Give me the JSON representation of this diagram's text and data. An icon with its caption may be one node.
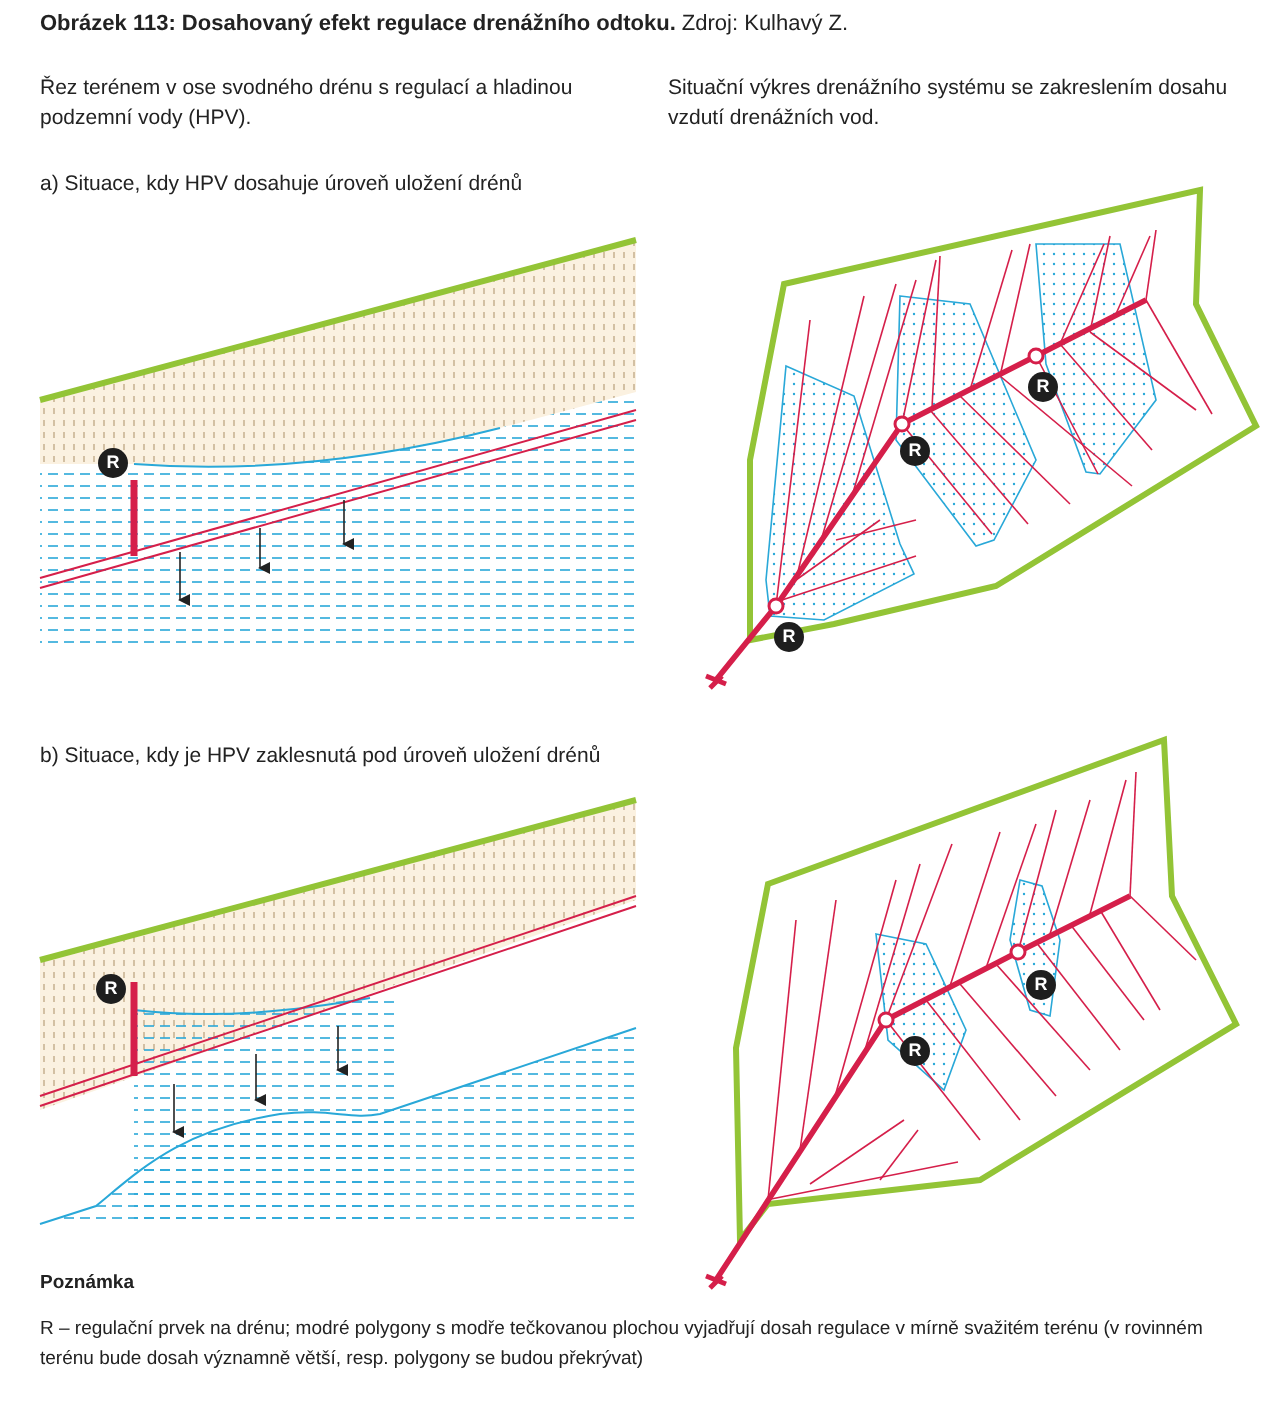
{
  "diagram": {
    "title": "**Obrázek 113: Dosahovaný efekt regulace drenážního odtoku.** Zdroj: Kulhavý Z.",
    "labels": [
      "Řez terénem v ose svodného drénu s regulací a hladinou podzemní vody (HPV).",
      "Situační výkres drenážního systému se zakreslením dosahu vzdutí drenážních vod.",
      "a) Situace, kdy HPV dosahuje úroveň uložení drénů",
      "R",
      "R",
      "R",
      "R",
      "b) Situace, kdy je HPV zaklesnutá pod úroveň uložení drénů",
      "R",
      "R",
      "R",
      "Poznámka",
      "R – regulační prvek na drénu; modré polygony s modře tečkovanou plochou vyjadřují dosah regulace v mírně svažitém terénu (v rovinném terénu bude dosah významně větší, resp. polygony se budou překrývat)"
    ]
  }
}
